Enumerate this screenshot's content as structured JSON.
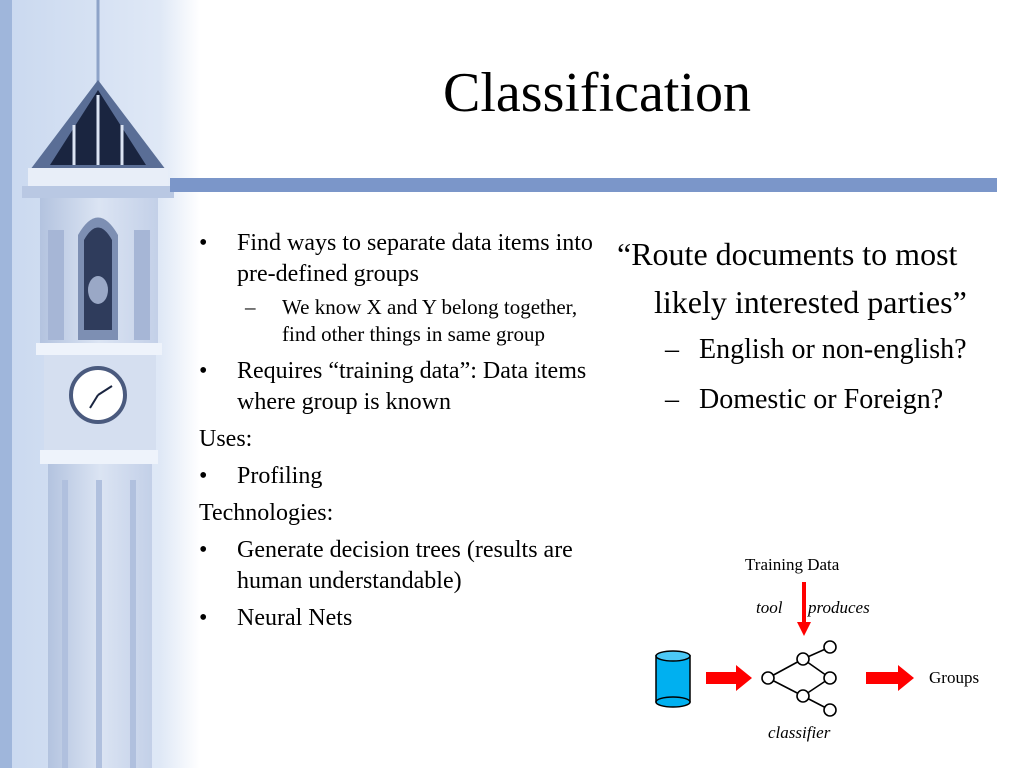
{
  "slide": {
    "title": "Classification",
    "left": {
      "b1": "Find ways to separate data items into pre-defined groups",
      "b1_sub": "We know X and Y belong together, find other things in same group",
      "b2": "Requires “training data”: Data items where group is known",
      "uses_label": "Uses:",
      "b3": "Profiling",
      "tech_label": "Technologies:",
      "b4": "Generate decision trees (results are human understandable)",
      "b5": "Neural Nets",
      "bullet_mark": "•",
      "dash_mark": "–"
    },
    "right": {
      "quote": "“Route documents to most likely interested parties”",
      "sub1": "English or non-english?",
      "sub2": "Domestic or Foreign?",
      "dash_mark": "–"
    },
    "diagram": {
      "training_data": "Training Data",
      "tool": "tool",
      "produces": "produces",
      "groups": "Groups",
      "classifier": "classifier"
    }
  },
  "colors": {
    "title_bar": "#7b96c9",
    "arrow": "#ff0000",
    "database": "#00b0f0",
    "sky": "#c9d8ef"
  },
  "icons": [
    "clock-tower-image",
    "database-icon",
    "tree-network-icon",
    "arrow-right-icon",
    "arrow-down-icon"
  ]
}
